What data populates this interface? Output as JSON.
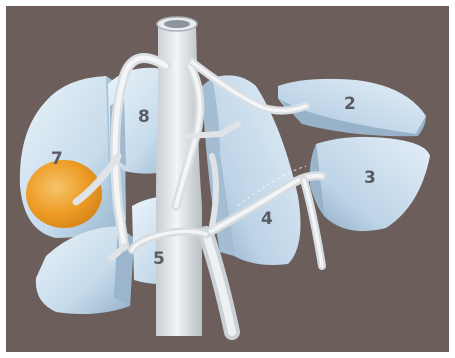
{
  "diagram": {
    "segments": [
      {
        "id": "seg-2",
        "label": "2"
      },
      {
        "id": "seg-3",
        "label": "3"
      },
      {
        "id": "seg-4",
        "label": "4"
      },
      {
        "id": "seg-5",
        "label": "5"
      },
      {
        "id": "seg-7",
        "label": "7"
      },
      {
        "id": "seg-8",
        "label": "8"
      }
    ],
    "colors": {
      "background": "#6b5e5b",
      "segment_light": "#d9e8f3",
      "segment_dark": "#9ab5cc",
      "vessel": "#e6e9ec",
      "lesion": "#f2a020"
    }
  }
}
